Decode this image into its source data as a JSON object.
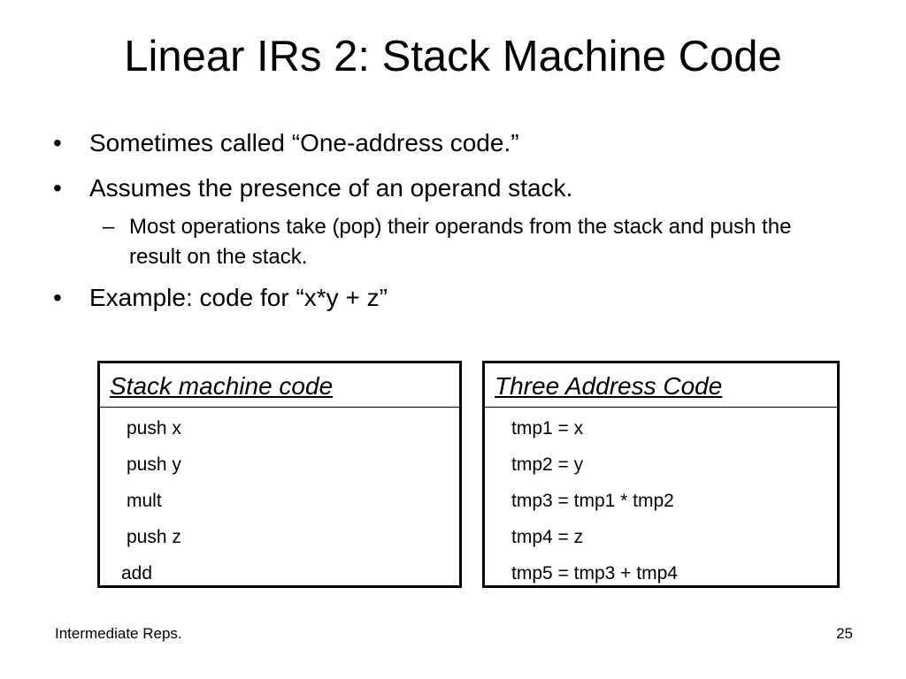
{
  "slide": {
    "title": "Linear IRs 2: Stack Machine Code",
    "bullets": [
      {
        "marker": "•",
        "text": "Sometimes called “One-address code.”"
      },
      {
        "marker": "•",
        "text": "Assumes the presence of an operand stack."
      },
      {
        "marker": "•",
        "text": "Example: code for “x*y + z”"
      }
    ],
    "sub_bullet": {
      "marker": "–",
      "text": "Most operations take (pop) their operands from the stack and push the result on the stack."
    },
    "stack_box": {
      "heading": "Stack machine code",
      "lines": [
        "push x",
        "push y",
        "mult",
        "push z",
        "add"
      ]
    },
    "tac_box": {
      "heading": "Three Address Code",
      "lines": [
        "tmp1 = x",
        "tmp2 = y",
        "tmp3 = tmp1 * tmp2",
        "tmp4 = z",
        "tmp5 = tmp3 + tmp4"
      ]
    },
    "footer": {
      "left": "Intermediate Reps.",
      "page_number": "25"
    }
  }
}
